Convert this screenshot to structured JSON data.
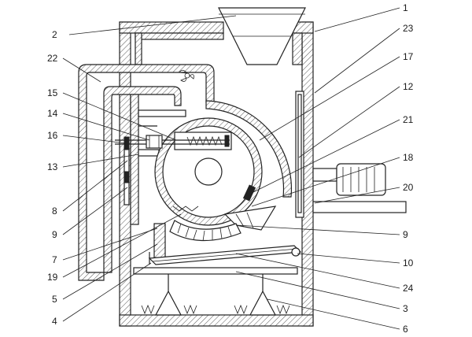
{
  "labels": {
    "l1": "1",
    "l2": "2",
    "l3": "3",
    "l4": "4",
    "l5": "5",
    "l6": "6",
    "l7": "7",
    "l8": "8",
    "l9a": "9",
    "l9b": "9",
    "l10": "10",
    "l12": "12",
    "l13": "13",
    "l14": "14",
    "l15": "15",
    "l16": "16",
    "l17": "17",
    "l18": "18",
    "l19": "19",
    "l20": "20",
    "l21": "21",
    "l22": "22",
    "l23": "23",
    "l24": "24"
  }
}
